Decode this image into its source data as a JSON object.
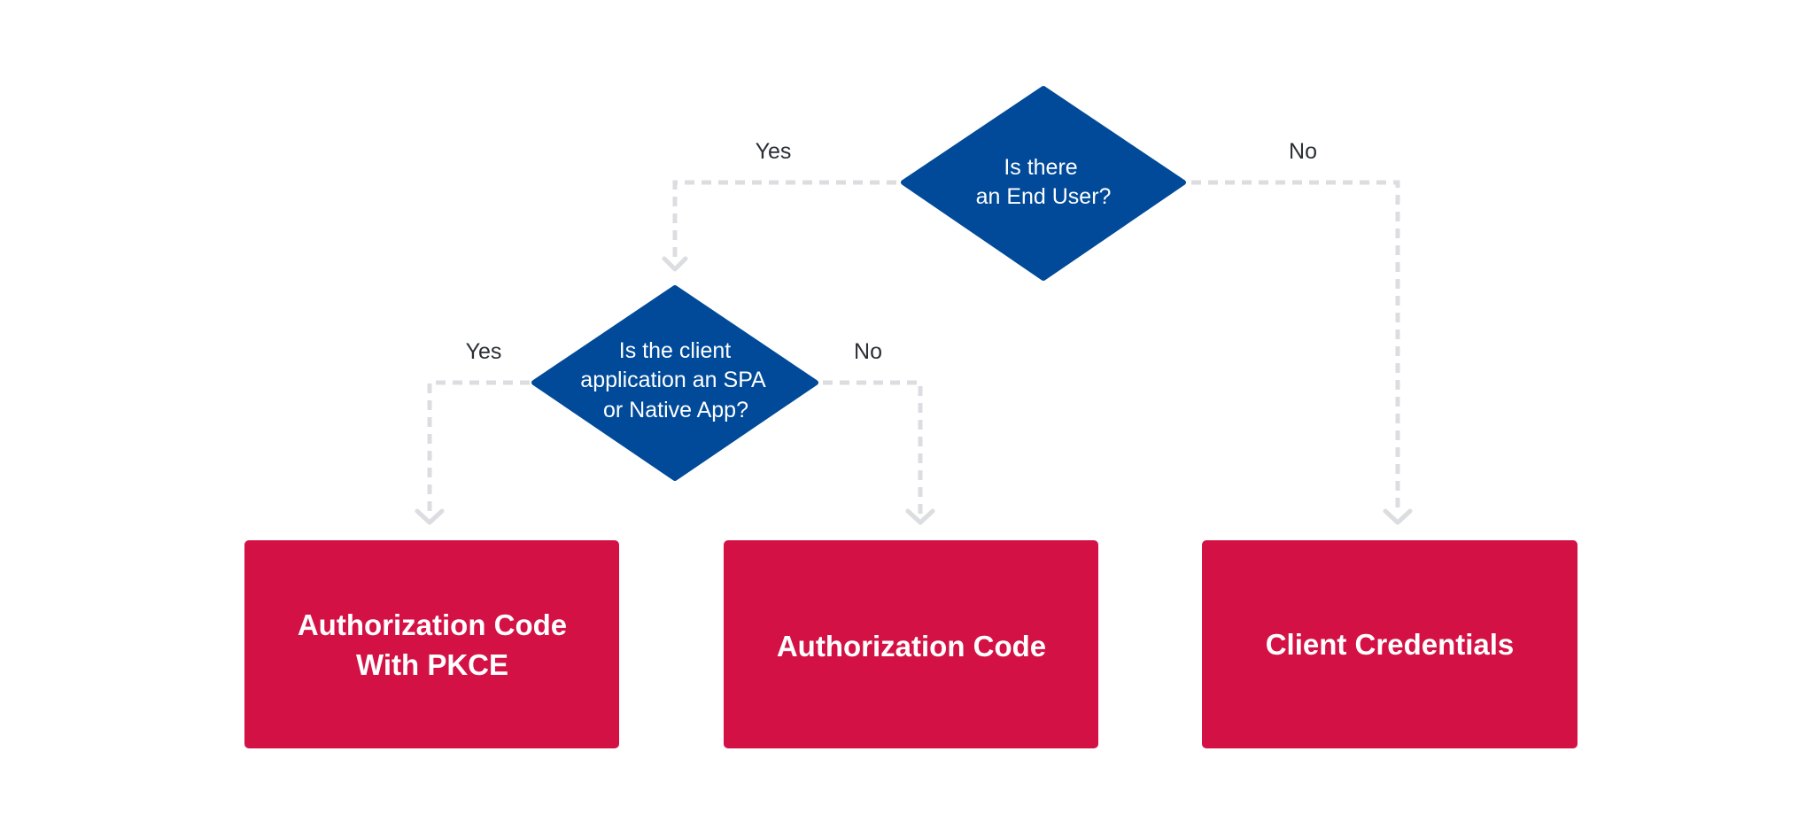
{
  "decisions": {
    "end_user": {
      "line1": "Is there",
      "line2": "an End User?"
    },
    "client_type": {
      "line1": "Is the client",
      "line2": "application an SPA",
      "line3": "or Native App?"
    }
  },
  "edges": {
    "end_user_yes": "Yes",
    "end_user_no": "No",
    "client_type_yes": "Yes",
    "client_type_no": "No"
  },
  "outcomes": {
    "pkce": {
      "line1": "Authorization Code",
      "line2": "With PKCE"
    },
    "auth_code": {
      "line1": "Authorization Code"
    },
    "client_credentials": {
      "line1": "Client Credentials"
    }
  },
  "colors": {
    "decision": "#004a99",
    "outcome": "#d31145",
    "connector": "#dcdde1",
    "label_text": "#2b2f36",
    "background": "#ffffff"
  }
}
